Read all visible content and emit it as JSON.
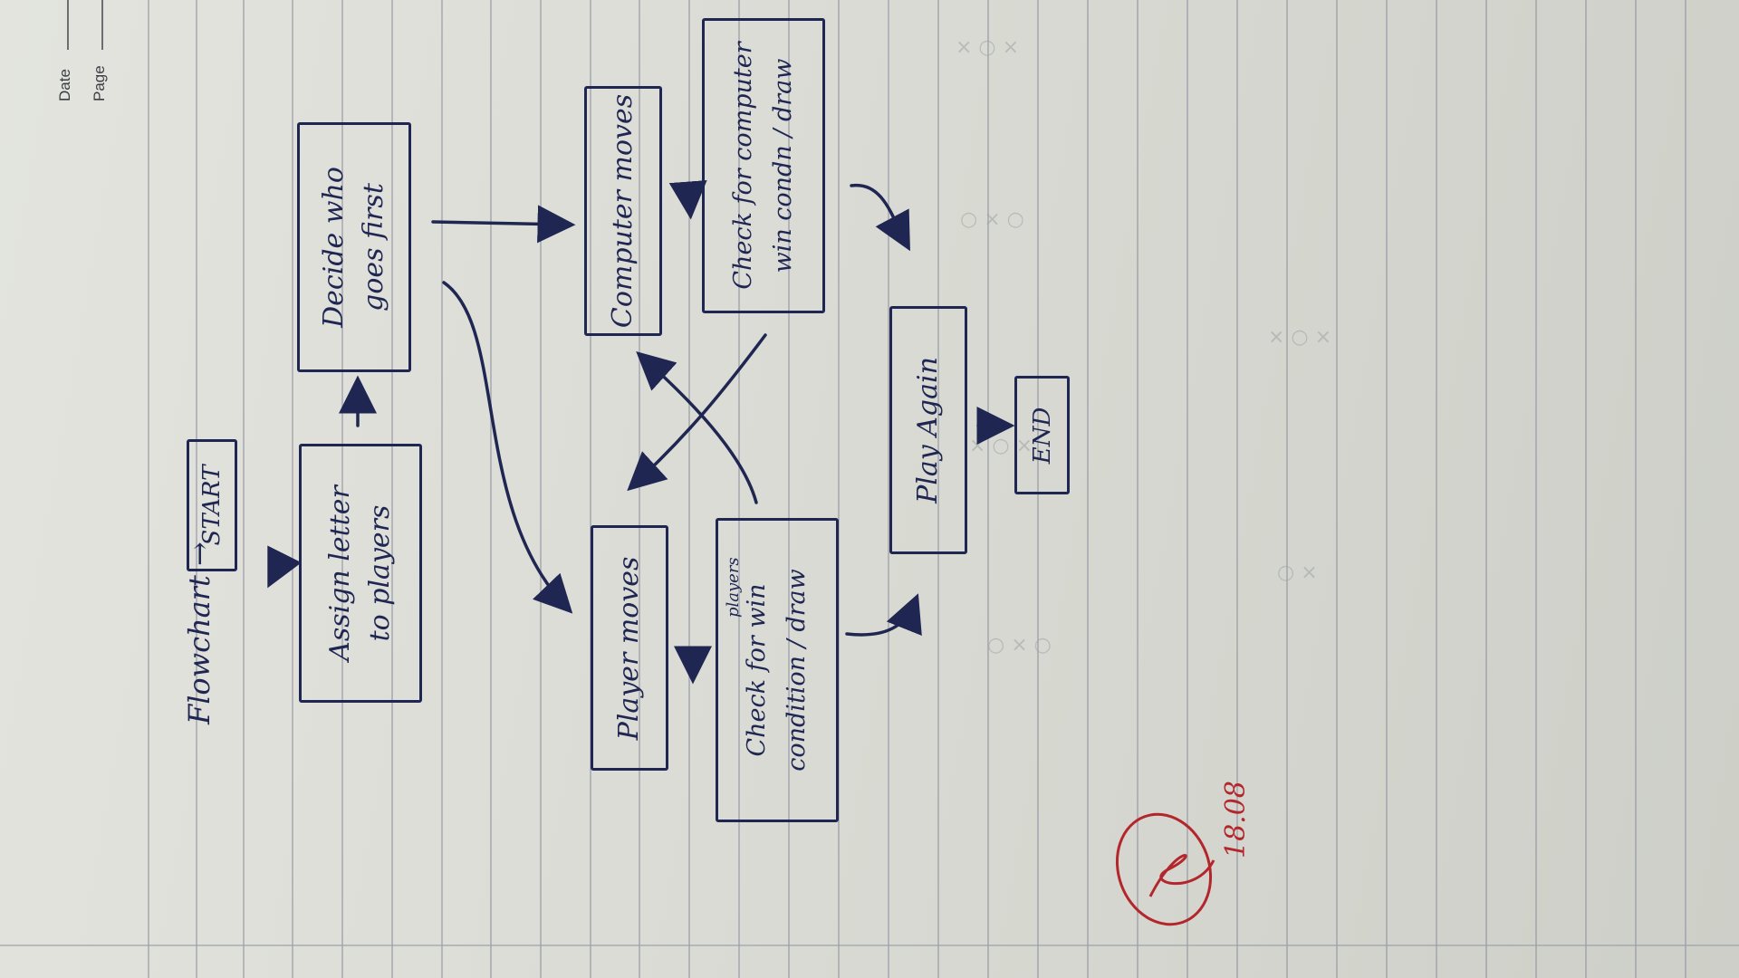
{
  "header": {
    "date_label": "Date",
    "page_label": "Page"
  },
  "heading": "Flowchart →",
  "nodes": {
    "start": "START",
    "assign_line1": "Assign letter",
    "assign_line2": "to players",
    "decide_line1": "Decide who",
    "decide_line2": "goes first",
    "player_moves": "Player moves",
    "computer_moves": "Computer moves",
    "check_players_line1": "Check for win",
    "check_players_line2": "condition / draw",
    "check_players_note": "players",
    "check_computer_line1": "Check for computer",
    "check_computer_line2": "win condn / draw",
    "play_again": "Play Again",
    "end": "END"
  },
  "signature": {
    "date": "18.08"
  },
  "colors": {
    "ink": "#1f2652",
    "red_ink": "#b3262c",
    "paper": "#dcddd7",
    "rule": "#8f94a0"
  }
}
